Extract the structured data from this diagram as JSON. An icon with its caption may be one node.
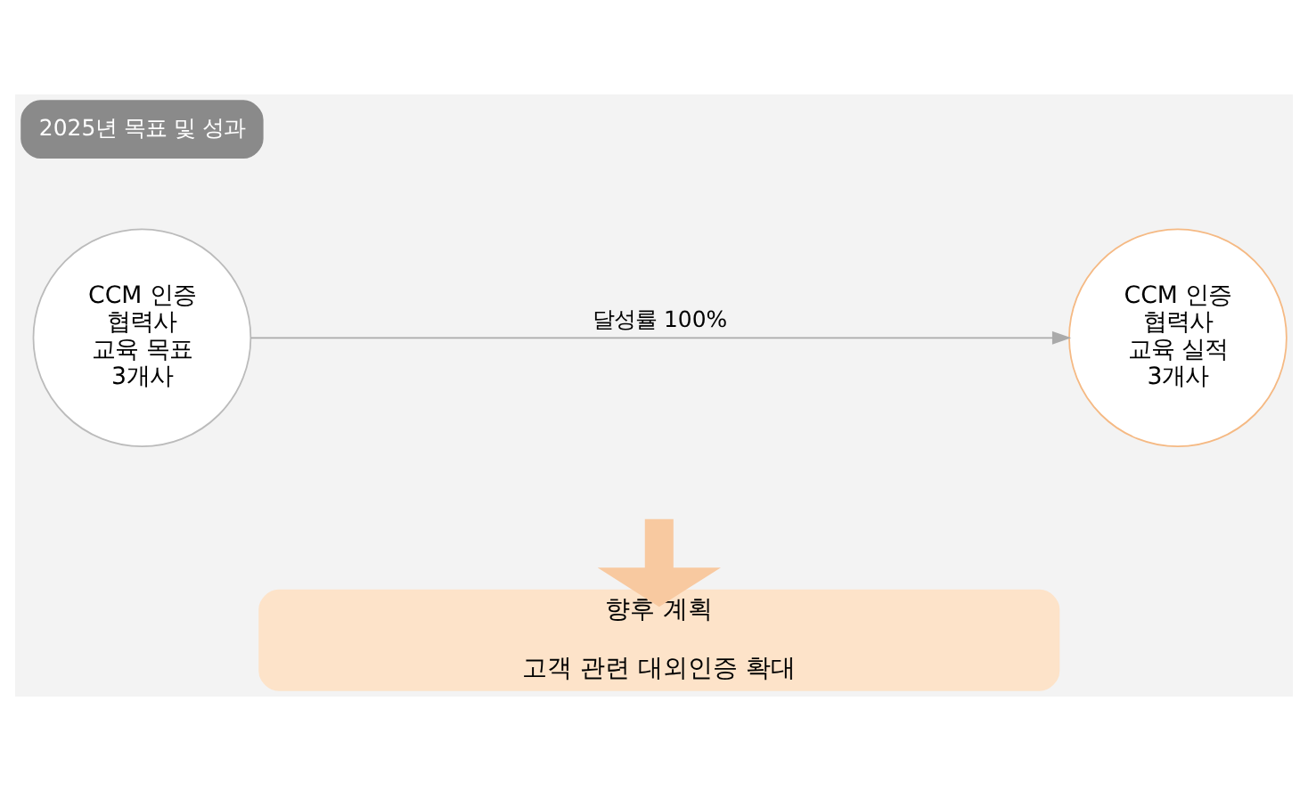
{
  "diagram": {
    "nodes": [
      {
        "text": [
          "2025년 목표 및 성과"
        ]
      },
      {
        "text": [
          "CCM 인증 협력사 교육 목표 3개사"
        ]
      },
      {
        "text": [
          "CCM 인증 협력사 교육 실적 3개사"
        ]
      },
      {
        "text": [
          "향후 계획",
          "고객 관련 대외인증 확대"
        ]
      }
    ],
    "edges": [
      {
        "from": 1,
        "to": 2,
        "arrow": "to",
        "label": "달성률 100%"
      },
      {
        "from": null,
        "to": 3,
        "arrow": "to",
        "style": "thick",
        "color": "#f8c9a0"
      }
    ]
  }
}
